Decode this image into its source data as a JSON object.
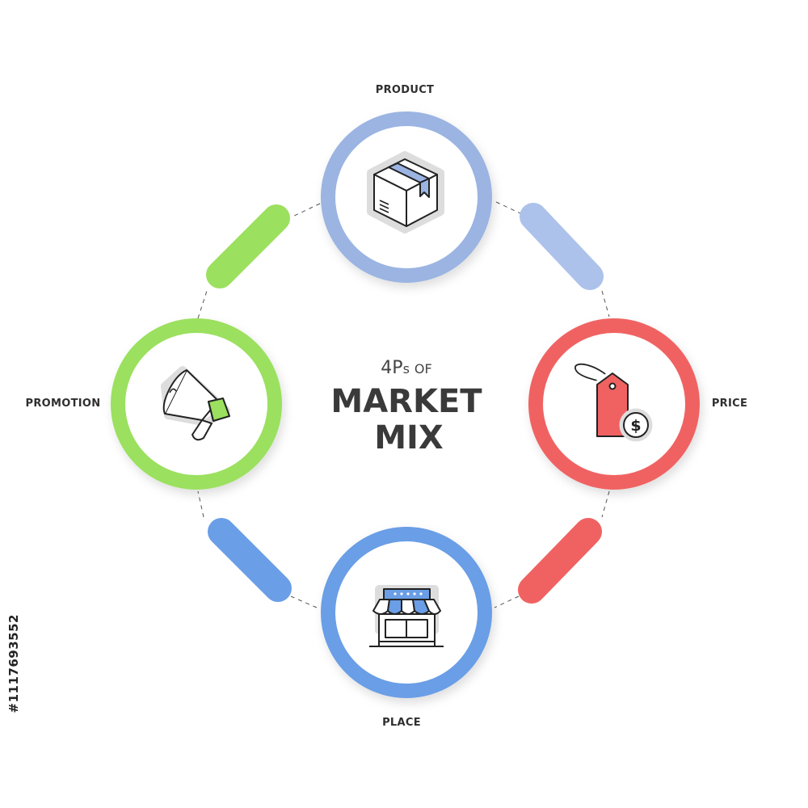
{
  "title": {
    "prefix_main": "4P",
    "prefix_small": "s",
    "prefix_of": "OF",
    "line1": "MARKET",
    "line2": "MIX"
  },
  "nodes": {
    "product": {
      "label": "PRODUCT",
      "color": "#9bb4e2",
      "icon": "package-box-icon"
    },
    "price": {
      "label": "PRICE",
      "color": "#f06262",
      "icon": "price-tag-dollar-icon"
    },
    "place": {
      "label": "PLACE",
      "color": "#6a9ee6",
      "icon": "storefront-icon"
    },
    "promotion": {
      "label": "PROMOTION",
      "color": "#9be05e",
      "icon": "megaphone-icon"
    }
  },
  "connectors": {
    "product_price": "#adc2ea",
    "price_place": "#f06262",
    "place_promotion": "#6a9ee6",
    "promotion_product": "#9be05e"
  },
  "watermark_id": "#1117693552"
}
